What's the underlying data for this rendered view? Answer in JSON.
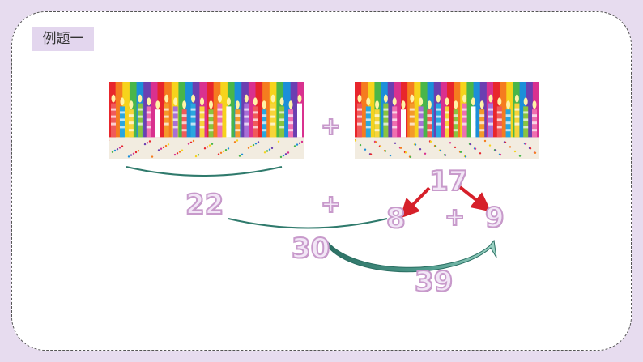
{
  "title_tag": "例题一",
  "numbers": {
    "seventeen": "17",
    "eight": "8",
    "nine": "9",
    "twenty_two": "22",
    "thirty": "30",
    "thirty_nine": "39"
  },
  "operators": {
    "plus_top": "+",
    "plus_middle": "+",
    "plus_right": "+"
  },
  "colors": {
    "background": "#e7dcef",
    "number_fill": "#f2e6f6",
    "number_stroke": "#c89acb",
    "arrow_red": "#d6202a",
    "curve_green": "#2f7a6c"
  }
}
